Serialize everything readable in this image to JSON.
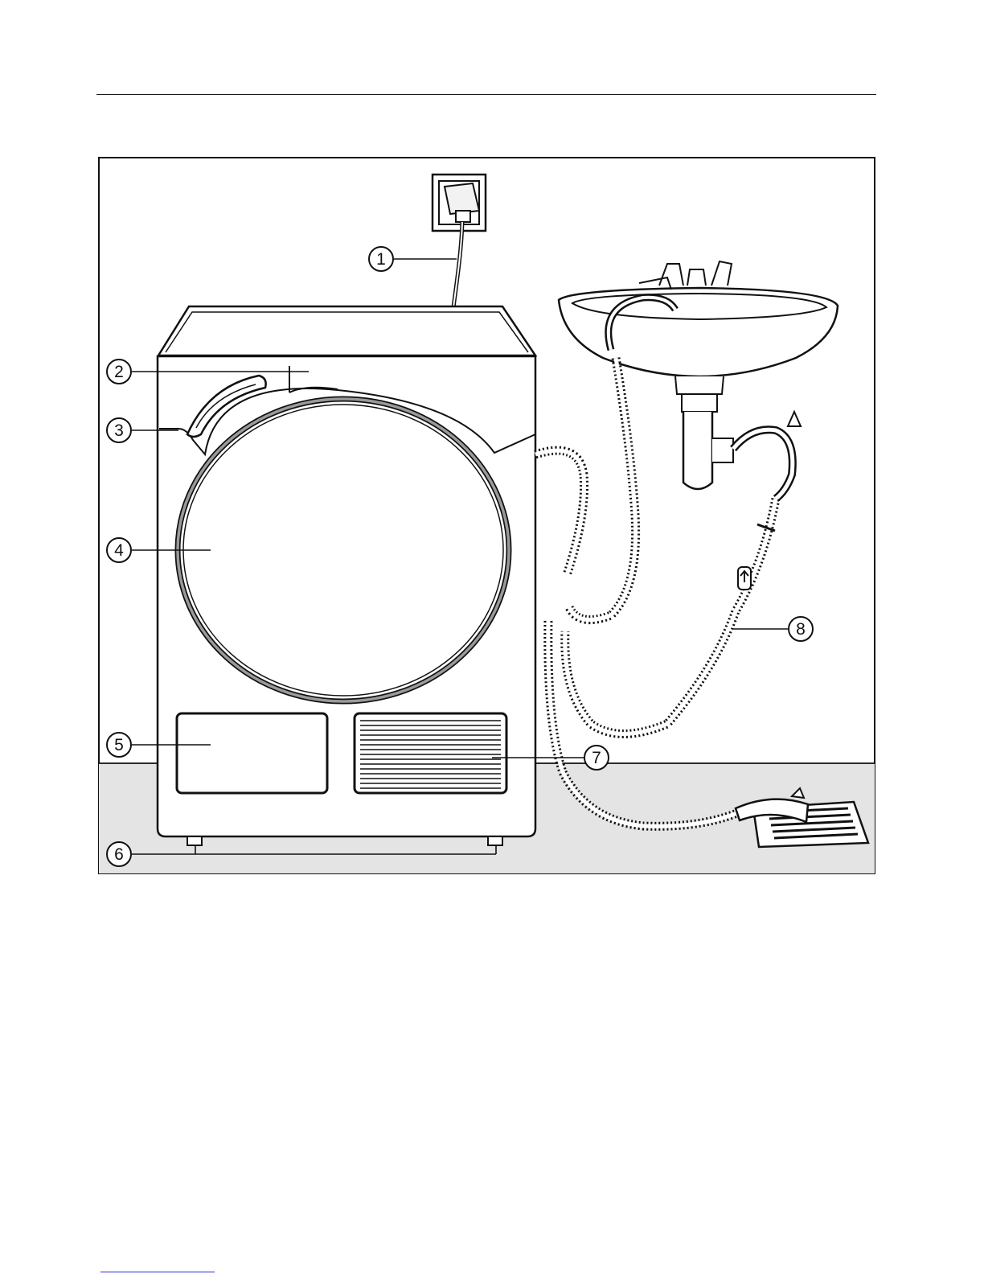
{
  "callouts": [
    {
      "id": "1",
      "label": "1"
    },
    {
      "id": "2",
      "label": "2"
    },
    {
      "id": "3",
      "label": "3"
    },
    {
      "id": "4",
      "label": "4"
    },
    {
      "id": "5",
      "label": "5"
    },
    {
      "id": "6",
      "label": "6"
    },
    {
      "id": "7",
      "label": "7"
    },
    {
      "id": "8",
      "label": "8"
    }
  ],
  "colors": {
    "line": "#111111",
    "floor": "#e4e4e4",
    "door_ring": "#9a9a9a",
    "link": "#2b2bd8"
  },
  "icons": [
    "wall-socket-icon",
    "tumble-dryer-illustration",
    "wash-basin-icon",
    "floor-drain-icon"
  ]
}
